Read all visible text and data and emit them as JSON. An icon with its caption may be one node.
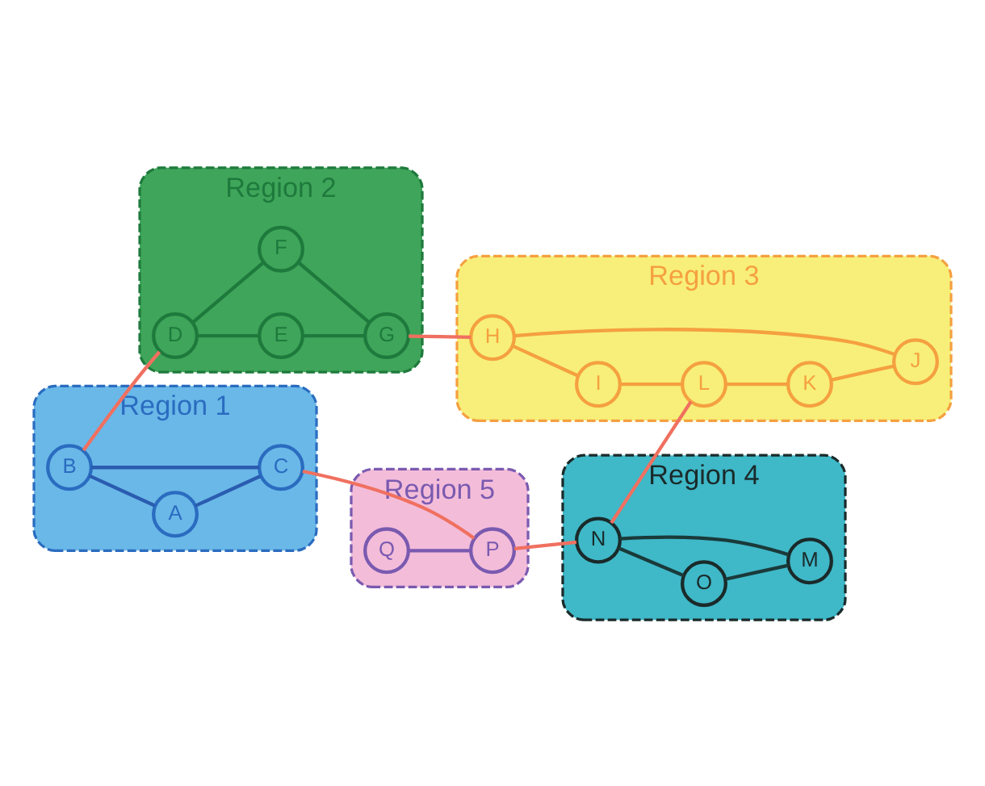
{
  "diagram": {
    "nodes": [
      {
        "text": [
          "Region 1"
        ]
      },
      {
        "text": [
          "B"
        ],
        "in": 0
      },
      {
        "text": [
          "A"
        ],
        "in": 0
      },
      {
        "text": [
          "C"
        ],
        "in": 0
      },
      {
        "text": [
          "Region 2"
        ]
      },
      {
        "text": [
          "D"
        ],
        "in": 4
      },
      {
        "text": [
          "E"
        ],
        "in": 4
      },
      {
        "text": [
          "F"
        ],
        "in": 4
      },
      {
        "text": [
          "G"
        ],
        "in": 4
      },
      {
        "text": [
          "Region 3"
        ]
      },
      {
        "text": [
          "H"
        ],
        "in": 9
      },
      {
        "text": [
          "I"
        ],
        "in": 9
      },
      {
        "text": [
          "J"
        ],
        "in": 9
      },
      {
        "text": [
          "L"
        ],
        "in": 9
      },
      {
        "text": [
          "K"
        ],
        "in": 9
      },
      {
        "text": [
          "Region 4"
        ]
      },
      {
        "text": [
          "N"
        ],
        "in": 15
      },
      {
        "text": [
          "O"
        ],
        "in": 15
      },
      {
        "text": [
          "M"
        ],
        "in": 15
      },
      {
        "text": [
          "Region 5"
        ]
      },
      {
        "text": [
          "Q"
        ],
        "in": 19
      },
      {
        "text": [
          "P"
        ],
        "in": 19
      }
    ],
    "edges": [
      {
        "from": 1,
        "to": 2,
        "arrow": "none",
        "color": "#2a5cb0"
      },
      {
        "from": 1,
        "to": 3,
        "arrow": "none",
        "color": "#2a5cb0"
      },
      {
        "from": 2,
        "to": 3,
        "arrow": "none",
        "color": "#2a5cb0"
      },
      {
        "from": 5,
        "to": 6,
        "arrow": "none",
        "color": "#1e7a3c"
      },
      {
        "from": 5,
        "to": 7,
        "arrow": "none",
        "color": "#1e7a3c"
      },
      {
        "from": 6,
        "to": 8,
        "arrow": "none",
        "color": "#1e7a3c"
      },
      {
        "from": 7,
        "to": 8,
        "arrow": "none",
        "color": "#1e7a3c"
      },
      {
        "from": 10,
        "to": 11,
        "arrow": "none",
        "color": "#f5a040"
      },
      {
        "from": 11,
        "to": 13,
        "arrow": "none",
        "color": "#f5a040"
      },
      {
        "from": 13,
        "to": 14,
        "arrow": "none",
        "color": "#f5a040"
      },
      {
        "from": 14,
        "to": 12,
        "arrow": "none",
        "color": "#f5a040"
      },
      {
        "from": 12,
        "to": 10,
        "arrow": "none",
        "color": "#f5a040"
      },
      {
        "from": 16,
        "to": 17,
        "arrow": "none",
        "color": "#1a3a3a"
      },
      {
        "from": 16,
        "to": 18,
        "arrow": "none",
        "color": "#1a3a3a"
      },
      {
        "from": 17,
        "to": 18,
        "arrow": "none",
        "color": "#1a3a3a"
      },
      {
        "from": 20,
        "to": 21,
        "arrow": "none",
        "color": "#7a5ab0"
      },
      {
        "from": 1,
        "to": 5,
        "arrow": "none",
        "color": "#f07060"
      },
      {
        "from": 8,
        "to": 10,
        "arrow": "none",
        "color": "#f07060"
      },
      {
        "from": 3,
        "to": 21,
        "arrow": "none",
        "color": "#f07060"
      },
      {
        "from": 21,
        "to": 16,
        "arrow": "none",
        "color": "#f07060"
      },
      {
        "from": 16,
        "to": 13,
        "arrow": "none",
        "color": "#f07060"
      }
    ]
  }
}
